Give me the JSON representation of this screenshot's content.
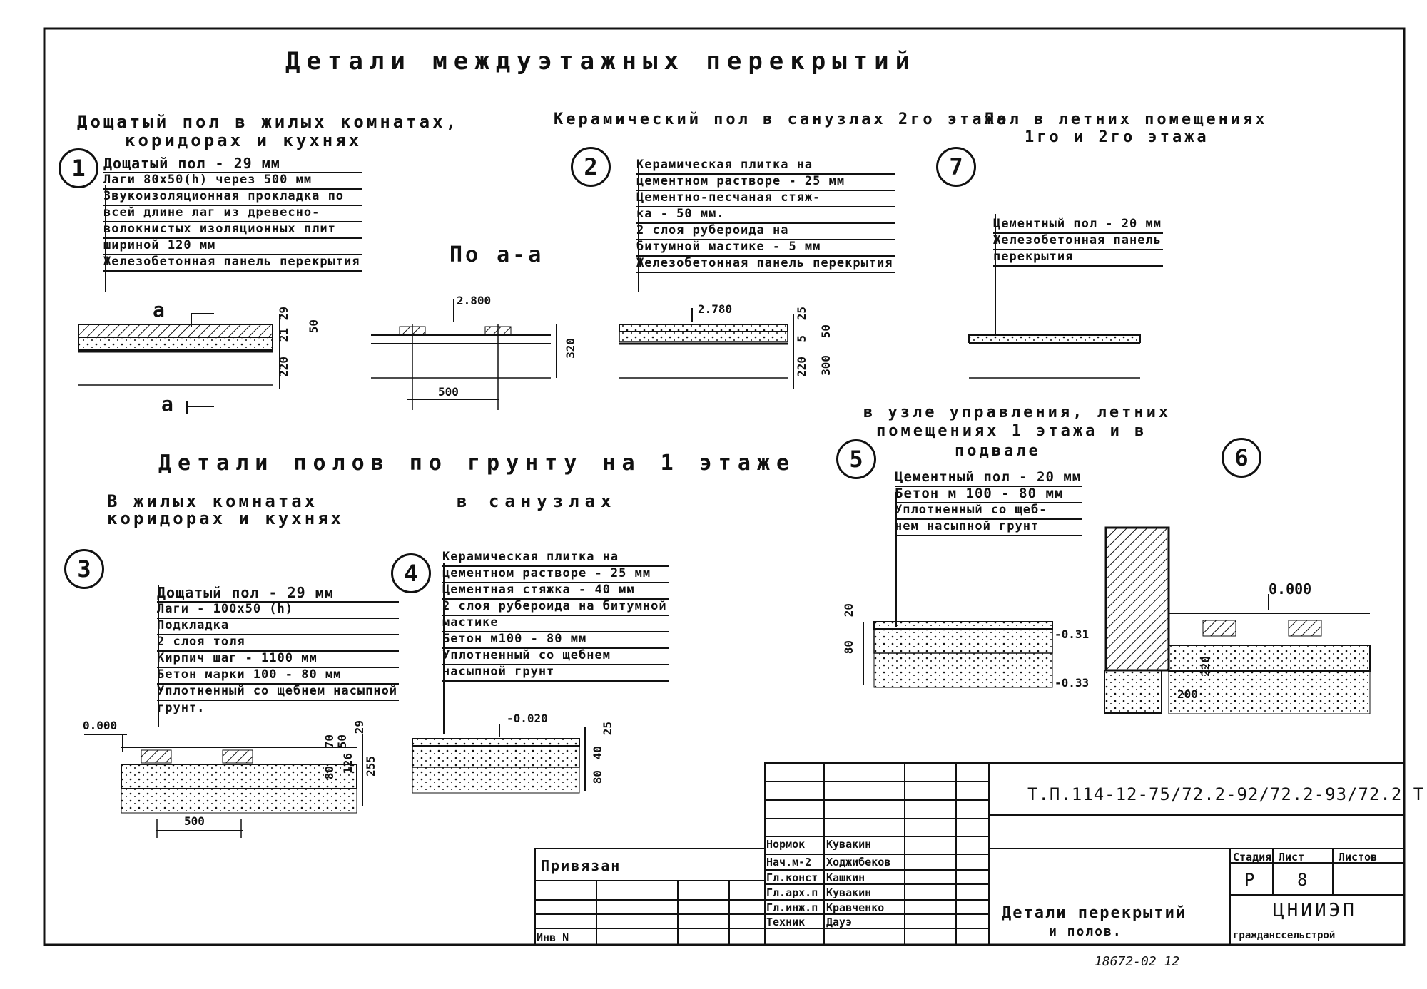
{
  "main_title": "Детали междуэтажных перекрытий",
  "sec1": {
    "num": "1",
    "title": [
      "Дощатый пол в жилых комнатах,",
      "коридорах и кухнях"
    ],
    "layers": [
      "Дощатый пол - 29 мм",
      "Лаги 80х50(h) через 500 мм",
      "Звукоизоляционная прокладка по",
      "всей длине лаг из древесно-",
      "волокнистых изоляционных плит",
      "шириной 120 мм",
      "Железобетонная панель перекрытия"
    ],
    "cut": "а",
    "dims": [
      "29",
      "50",
      "21",
      "220"
    ]
  },
  "seca": {
    "label": "По а-а",
    "elev": "2.800",
    "dim_w": "500",
    "dim_h": "320"
  },
  "sec2": {
    "num": "2",
    "title": "Керамический пол в санузлах 2го этажа",
    "layers": [
      "Керамическая плитка на",
      "цементном растворе - 25 мм",
      "Цементно-песчаная стяж-",
      "ка - 50 мм.",
      "2 слоя рубероида на",
      "битумной мастике - 5 мм",
      "Железобетонная панель перекрытия"
    ],
    "elev": "2.780",
    "dims": [
      "25",
      "50",
      "5",
      "220",
      "300"
    ]
  },
  "sec7": {
    "num": "7",
    "title": [
      "Пол в летних помещениях",
      "1го и 2го этажа"
    ],
    "layers": [
      "Цементный пол - 20 мм",
      "Железобетонная панель",
      "перекрытия"
    ]
  },
  "ground_title": "Детали полов по грунту на 1 этаже",
  "sec3": {
    "num": "3",
    "title": [
      "В жилых комнатах",
      "коридорах и кухнях"
    ],
    "layers": [
      "Дощатый пол - 29 мм",
      "Лаги - 100х50 (h)",
      "Подкладка",
      "2 слоя толя",
      "Кирпич шаг - 1100 мм",
      "Бетон марки 100 - 80 мм",
      "Уплотненный со щебнем насыпной",
      "грунт."
    ],
    "elev": "0.000",
    "dims": [
      "70",
      "50",
      "29",
      "80",
      "126",
      "255"
    ],
    "dim_w": "500"
  },
  "sec4": {
    "num": "4",
    "title": "в санузлах",
    "layers": [
      "Керамическая плитка на",
      "цементном растворе - 25 мм",
      "Цементная стяжка - 40 мм",
      "2 слоя рубероида на битумной",
      "мастике",
      "Бетон м100 - 80 мм",
      "Уплотненный со щебнем",
      "насыпной грунт"
    ],
    "elev": "-0.020",
    "dims": [
      "25",
      "40",
      "80"
    ]
  },
  "sec5": {
    "num": "5",
    "title": [
      "в узле управления, летних",
      "помещениях 1 этажа и в",
      "подвале"
    ],
    "layers": [
      "Цементный пол - 20 мм",
      "Бетон м 100 - 80 мм",
      "Уплотненный со щеб-",
      "нем насыпной грунт"
    ],
    "dims": [
      "20",
      "80"
    ],
    "elevs": [
      "-0.31",
      "-0.33"
    ]
  },
  "sec6": {
    "num": "6",
    "elev": "0.000",
    "dims": [
      "220",
      "200"
    ]
  },
  "title_block": {
    "doc_code": "Т.П.114-12-75/72.2-92/72.2-93/72.2 Т",
    "privyazan": "Привязан",
    "inv": "Инв N",
    "roles": [
      "Нормок",
      "Нач.м-2",
      "Гл.конст",
      "Гл.арх.п",
      "Гл.инж.п",
      "Техник"
    ],
    "names": [
      "Кувакин",
      "Ходжибеков",
      "Кашкин",
      "Кувакин",
      "Кравченко",
      "Дауэ"
    ],
    "stage_hdr": "Стадия",
    "sheet_hdr": "Лист",
    "sheets_hdr": "Листов",
    "stage": "Р",
    "sheet": "8",
    "desc": [
      "Детали перекрытий",
      "и полов."
    ],
    "org": "ЦНИИЭП",
    "org2": "гражданссельстрой"
  },
  "footer_num": "18672-02 12"
}
